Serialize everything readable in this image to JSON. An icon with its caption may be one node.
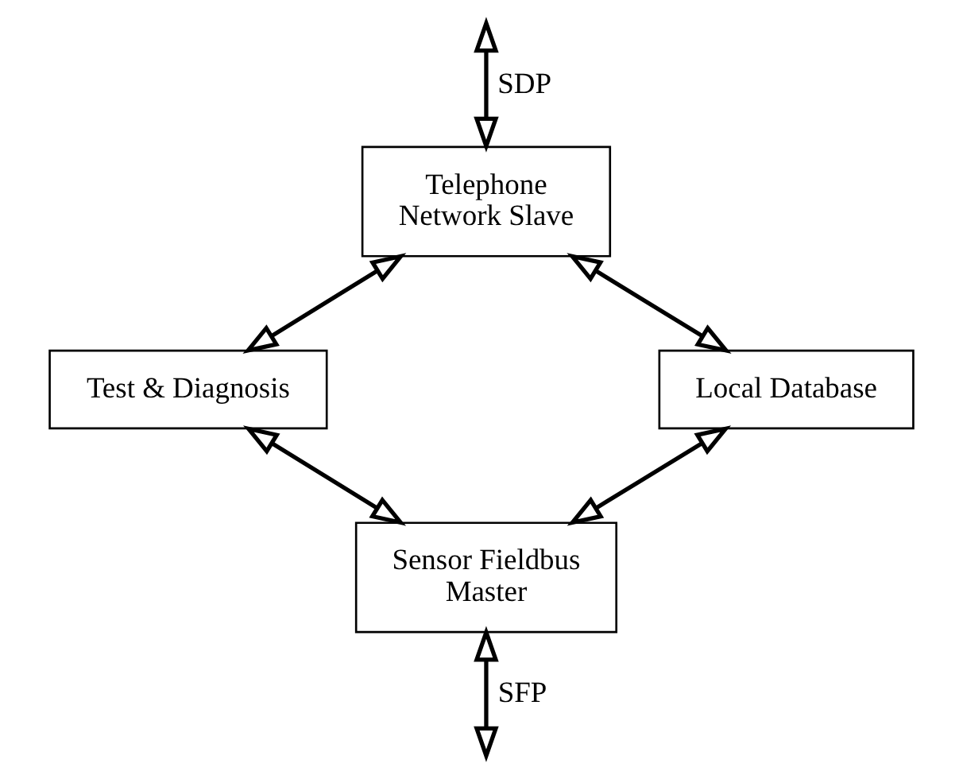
{
  "diagram": {
    "nodes": [
      {
        "text": [
          "Telephone Network Slave"
        ]
      },
      {
        "text": [
          "Test & Diagnosis"
        ]
      },
      {
        "text": [
          "Local Database"
        ]
      },
      {
        "text": [
          "Sensor Fieldbus Master"
        ]
      }
    ],
    "edges": [
      {
        "from": null,
        "to": 0,
        "arrow": "both",
        "label": "SDP"
      },
      {
        "from": 0,
        "to": 1,
        "arrow": "both"
      },
      {
        "from": 0,
        "to": 2,
        "arrow": "both"
      },
      {
        "from": 1,
        "to": 3,
        "arrow": "both"
      },
      {
        "from": 2,
        "to": 3,
        "arrow": "both"
      },
      {
        "from": 3,
        "to": null,
        "arrow": "both",
        "label": "SFP"
      }
    ]
  }
}
